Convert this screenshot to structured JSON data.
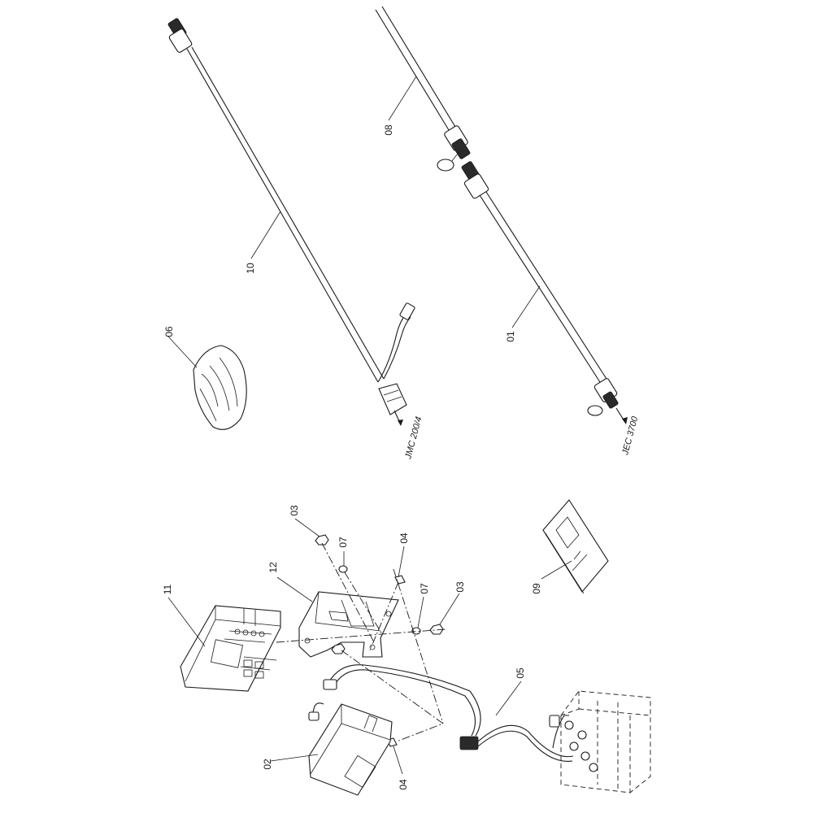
{
  "callouts": {
    "p01": "01",
    "p02": "02",
    "p03a": "03",
    "p03b": "03",
    "p04a": "04",
    "p04b": "04",
    "p05": "05",
    "p06": "06",
    "p07a": "07",
    "p07b": "07",
    "p08": "08",
    "p09": "09",
    "p10": "10",
    "p11": "11",
    "p12": "12"
  },
  "connector_refs": {
    "jmc": "JMC 200/4",
    "jec": "JEC 3700"
  }
}
